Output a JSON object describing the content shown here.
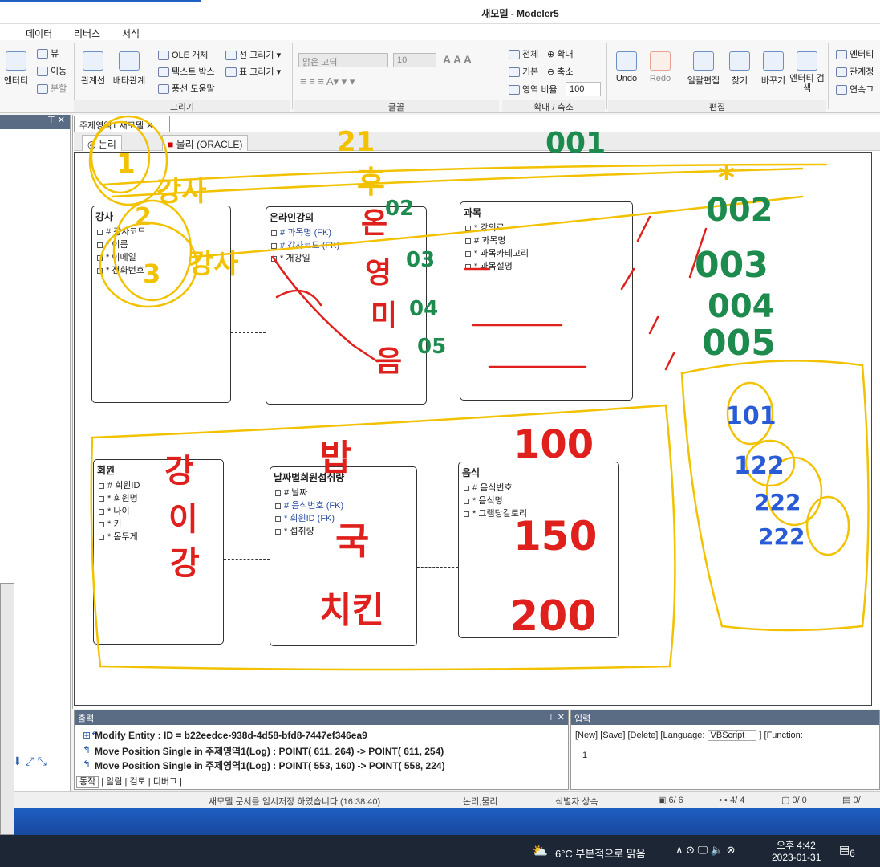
{
  "window": {
    "title": "새모델 - Modeler5"
  },
  "menu": [
    "데이터",
    "리버스",
    "서식"
  ],
  "ribbon": {
    "entity": {
      "big": "엔터티",
      "view": "뷰",
      "move": "이동",
      "split": "분할"
    },
    "relation": {
      "rel": "관계선",
      "exclusive": "배타관계",
      "group": "그리기"
    },
    "draw": {
      "ole": "OLE 개체",
      "textbox": "텍스트 박스",
      "balloon": "풍선 도움말",
      "line": "선 그리기",
      "table": "표 그리기"
    },
    "font": {
      "name": "맑은 고딕",
      "size": "10",
      "group": "글꼴"
    },
    "zoom": {
      "all": "전체",
      "zoomin": "확대",
      "default": "기본",
      "zoomout": "축소",
      "area": "영역",
      "ratio": "비율",
      "value": "100",
      "group": "확대 / 축소"
    },
    "edit": {
      "undo": "Undo",
      "redo": "Redo",
      "bulk": "일괄편집",
      "find": "찾기",
      "replace": "바꾸기",
      "search": "엔터티 검색",
      "group": "편집"
    },
    "right": {
      "entity": "엔터티",
      "relation": "관계정",
      "contin": "연속그"
    }
  },
  "document": {
    "tab": "주제영역1 새모델",
    "logical": "논리",
    "physical": "물리 (ORACLE)"
  },
  "entities": [
    {
      "name": "강사",
      "attrs": [
        {
          "p": "#",
          "n": "강사코드"
        },
        {
          "p": "*",
          "n": "이름"
        },
        {
          "p": "*",
          "n": "이메일"
        },
        {
          "p": "*",
          "n": "전화번호"
        }
      ]
    },
    {
      "name": "온라인강의",
      "attrs": [
        {
          "p": "#",
          "n": "과목명",
          "fk": "(FK)"
        },
        {
          "p": "#",
          "n": "강사코드",
          "fk": "(FK)"
        },
        {
          "p": "*",
          "n": "개강일"
        }
      ]
    },
    {
      "name": "과목",
      "attrs": [
        {
          "p": "*",
          "n": "강의료"
        },
        {
          "p": "#",
          "n": "과목명"
        },
        {
          "p": "*",
          "n": "과목카테고리"
        },
        {
          "p": "*",
          "n": "과목설명"
        }
      ]
    },
    {
      "name": "회원",
      "attrs": [
        {
          "p": "#",
          "n": "회원ID"
        },
        {
          "p": "*",
          "n": "회원명"
        },
        {
          "p": "*",
          "n": "나이"
        },
        {
          "p": "*",
          "n": "키"
        },
        {
          "p": "*",
          "n": "몸무게"
        }
      ]
    },
    {
      "name": "날짜별회원섭취량",
      "attrs": [
        {
          "p": "#",
          "n": "날짜"
        },
        {
          "p": "#",
          "n": "음식번호",
          "fk": "(FK)"
        },
        {
          "p": "*",
          "n": "회원ID",
          "fk": "(FK)"
        },
        {
          "p": "*",
          "n": "섭취량"
        }
      ]
    },
    {
      "name": "음식",
      "attrs": [
        {
          "p": "#",
          "n": "음식번호"
        },
        {
          "p": "*",
          "n": "음식명"
        },
        {
          "p": "*",
          "n": "그램당칼로리"
        }
      ]
    }
  ],
  "output": {
    "title": "출력",
    "lines": [
      "Modify Entity : ID = b22eedce-938d-4d58-bfd8-7447ef346ea9",
      "Move Position Single in 주제영역1(Log) : POINT( 611, 264) -> POINT( 611, 254)",
      "Move Position Single in 주제영역1(Log) : POINT( 553, 160) -> POINT( 558, 224)"
    ],
    "tabs": [
      "동작",
      "알림",
      "검토",
      "디버그"
    ]
  },
  "input": {
    "title": "입력",
    "new": "[New]",
    "save": "[Save]",
    "delete": "[Delete]",
    "language_label": "[Language:",
    "language": "VBScript",
    "function_label": "] [Function:",
    "line_no": "1"
  },
  "status": {
    "message": "새모델 문서를 임시저장 하였습니다 (16:38:40)",
    "mode": "논리,물리",
    "inherit": "식별자 상속",
    "count1": "6/  6",
    "count2": "4/  4",
    "count3": "0/  0",
    "count4": "0/"
  },
  "taskbar": {
    "weather": "6°C  부분적으로 맑음",
    "time": "오후 4:42",
    "date": "2023-01-31",
    "notif": "6"
  },
  "annotations": {
    "yellow": [
      "21",
      "1",
      "2",
      "3",
      "강사",
      "강사",
      "후",
      "*"
    ],
    "green": [
      "001",
      "002",
      "003",
      "004",
      "005",
      "02",
      "03",
      "04",
      "05"
    ],
    "red": [
      "온",
      "영",
      "미",
      "음",
      "강",
      "이",
      "강",
      "밥",
      "국",
      "치킨",
      "100",
      "150",
      "200"
    ],
    "blue": [
      "101",
      "122",
      "222",
      "222"
    ]
  },
  "colors": {
    "yellow": "#f2c200",
    "green": "#1d8a4e",
    "red": "#e0201c",
    "blue": "#2a5bd7",
    "accent": "#1e5fc1"
  }
}
